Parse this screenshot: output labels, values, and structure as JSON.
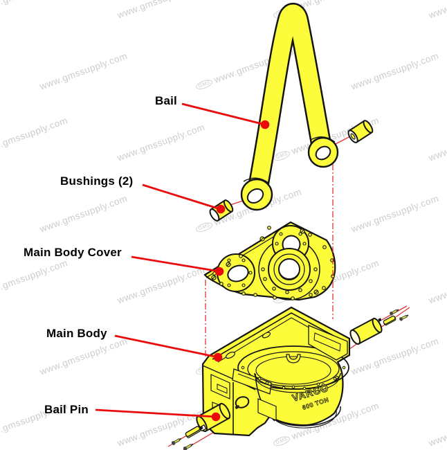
{
  "watermark": {
    "logo_text": "GMS",
    "url_text": "www.gmssupply.com"
  },
  "callouts": [
    {
      "label": "Bail"
    },
    {
      "label": "Bushings (2)"
    },
    {
      "label": "Main Body Cover"
    },
    {
      "label": "Main Body"
    },
    {
      "label": "Bail Pin"
    }
  ],
  "part_markings": {
    "brand": "VARCO",
    "capacity": "600 TON"
  },
  "colors": {
    "part_fill": "#fcfc3a",
    "outline": "#141414",
    "leader_red": "#ea0c0c",
    "thin_red": "#e23333",
    "label_text": "#000000",
    "watermark_gray": "#c0c0c0"
  }
}
